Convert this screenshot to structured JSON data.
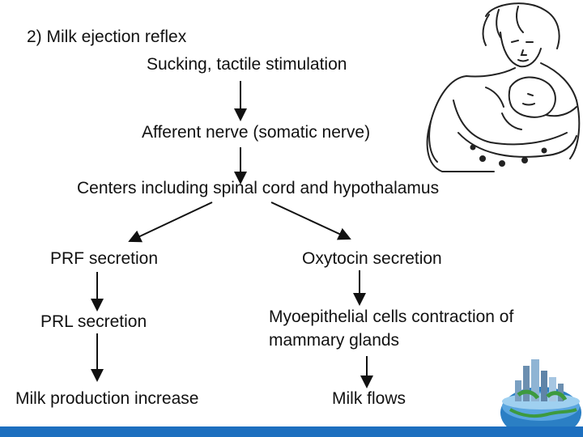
{
  "slide": {
    "title": "2) Milk ejection reflex",
    "step_stimulus": "Sucking, tactile stimulation",
    "step_afferent": "Afferent nerve (somatic  nerve)",
    "step_centers": "Centers including spinal cord and hypothalamus",
    "left_branch": {
      "prf": "PRF secretion",
      "prl": "PRL secretion",
      "result": "Milk production increase"
    },
    "right_branch": {
      "oxytocin": "Oxytocin secretion",
      "myoepithelial": "Myoepithelial cells contraction of mammary glands",
      "result": "Milk flows"
    }
  },
  "colors": {
    "accent_blue": "#1d6fbf",
    "arrow": "#111111"
  },
  "decorations": {
    "mother_illustration": "mother-breastfeeding-illustration",
    "globe_logo": "globe-city-logo"
  }
}
